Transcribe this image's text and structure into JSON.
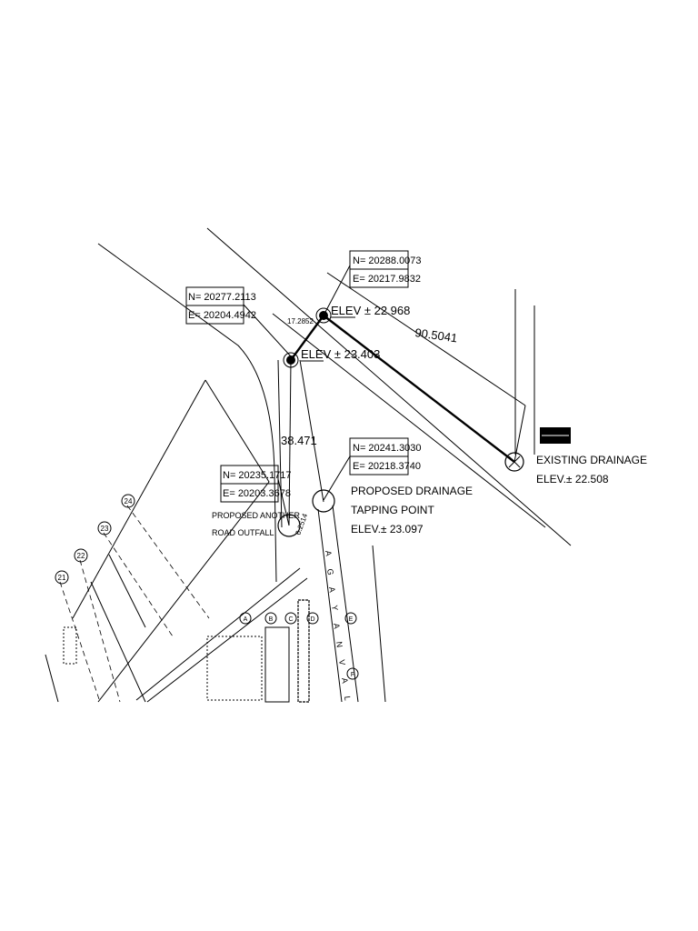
{
  "survey_points": [
    {
      "n_label": "N= 20288.0073",
      "e_label": "E= 20217.9832",
      "elev_label": "ELEV ± 22.968"
    },
    {
      "n_label": "N= 20277.2113",
      "e_label": "E= 20204.4942",
      "elev_label": "ELEV ± 23.403"
    },
    {
      "n_label": "N= 20241.3030",
      "e_label": "E= 20218.3740"
    },
    {
      "n_label": "N= 20235.1717",
      "e_label": "E= 20203.3678"
    }
  ],
  "dimensions": {
    "top_run": "90.5041",
    "short_offset": "17.2852",
    "vertical_run": "38.471",
    "small_offset": "6.2514"
  },
  "notes": {
    "existing_drainage": [
      "EXISTING DRAINAGE",
      "ELEV.± 22.508"
    ],
    "tapping_point": [
      "PROPOSED DRAINAGE",
      "TAPPING POINT",
      "ELEV.± 23.097"
    ],
    "road_outfall": [
      "PROPOSED ANOTHER",
      "ROAD OUTFALL"
    ]
  },
  "road_letters": [
    "A",
    "G",
    "A",
    "Y",
    "A",
    "N",
    "V",
    "A",
    "L"
  ],
  "grid_bubbles_left": [
    "21",
    "22",
    "23",
    "24"
  ],
  "grid_bubbles_right": [
    "A",
    "B",
    "C",
    "D",
    "E",
    "F"
  ]
}
